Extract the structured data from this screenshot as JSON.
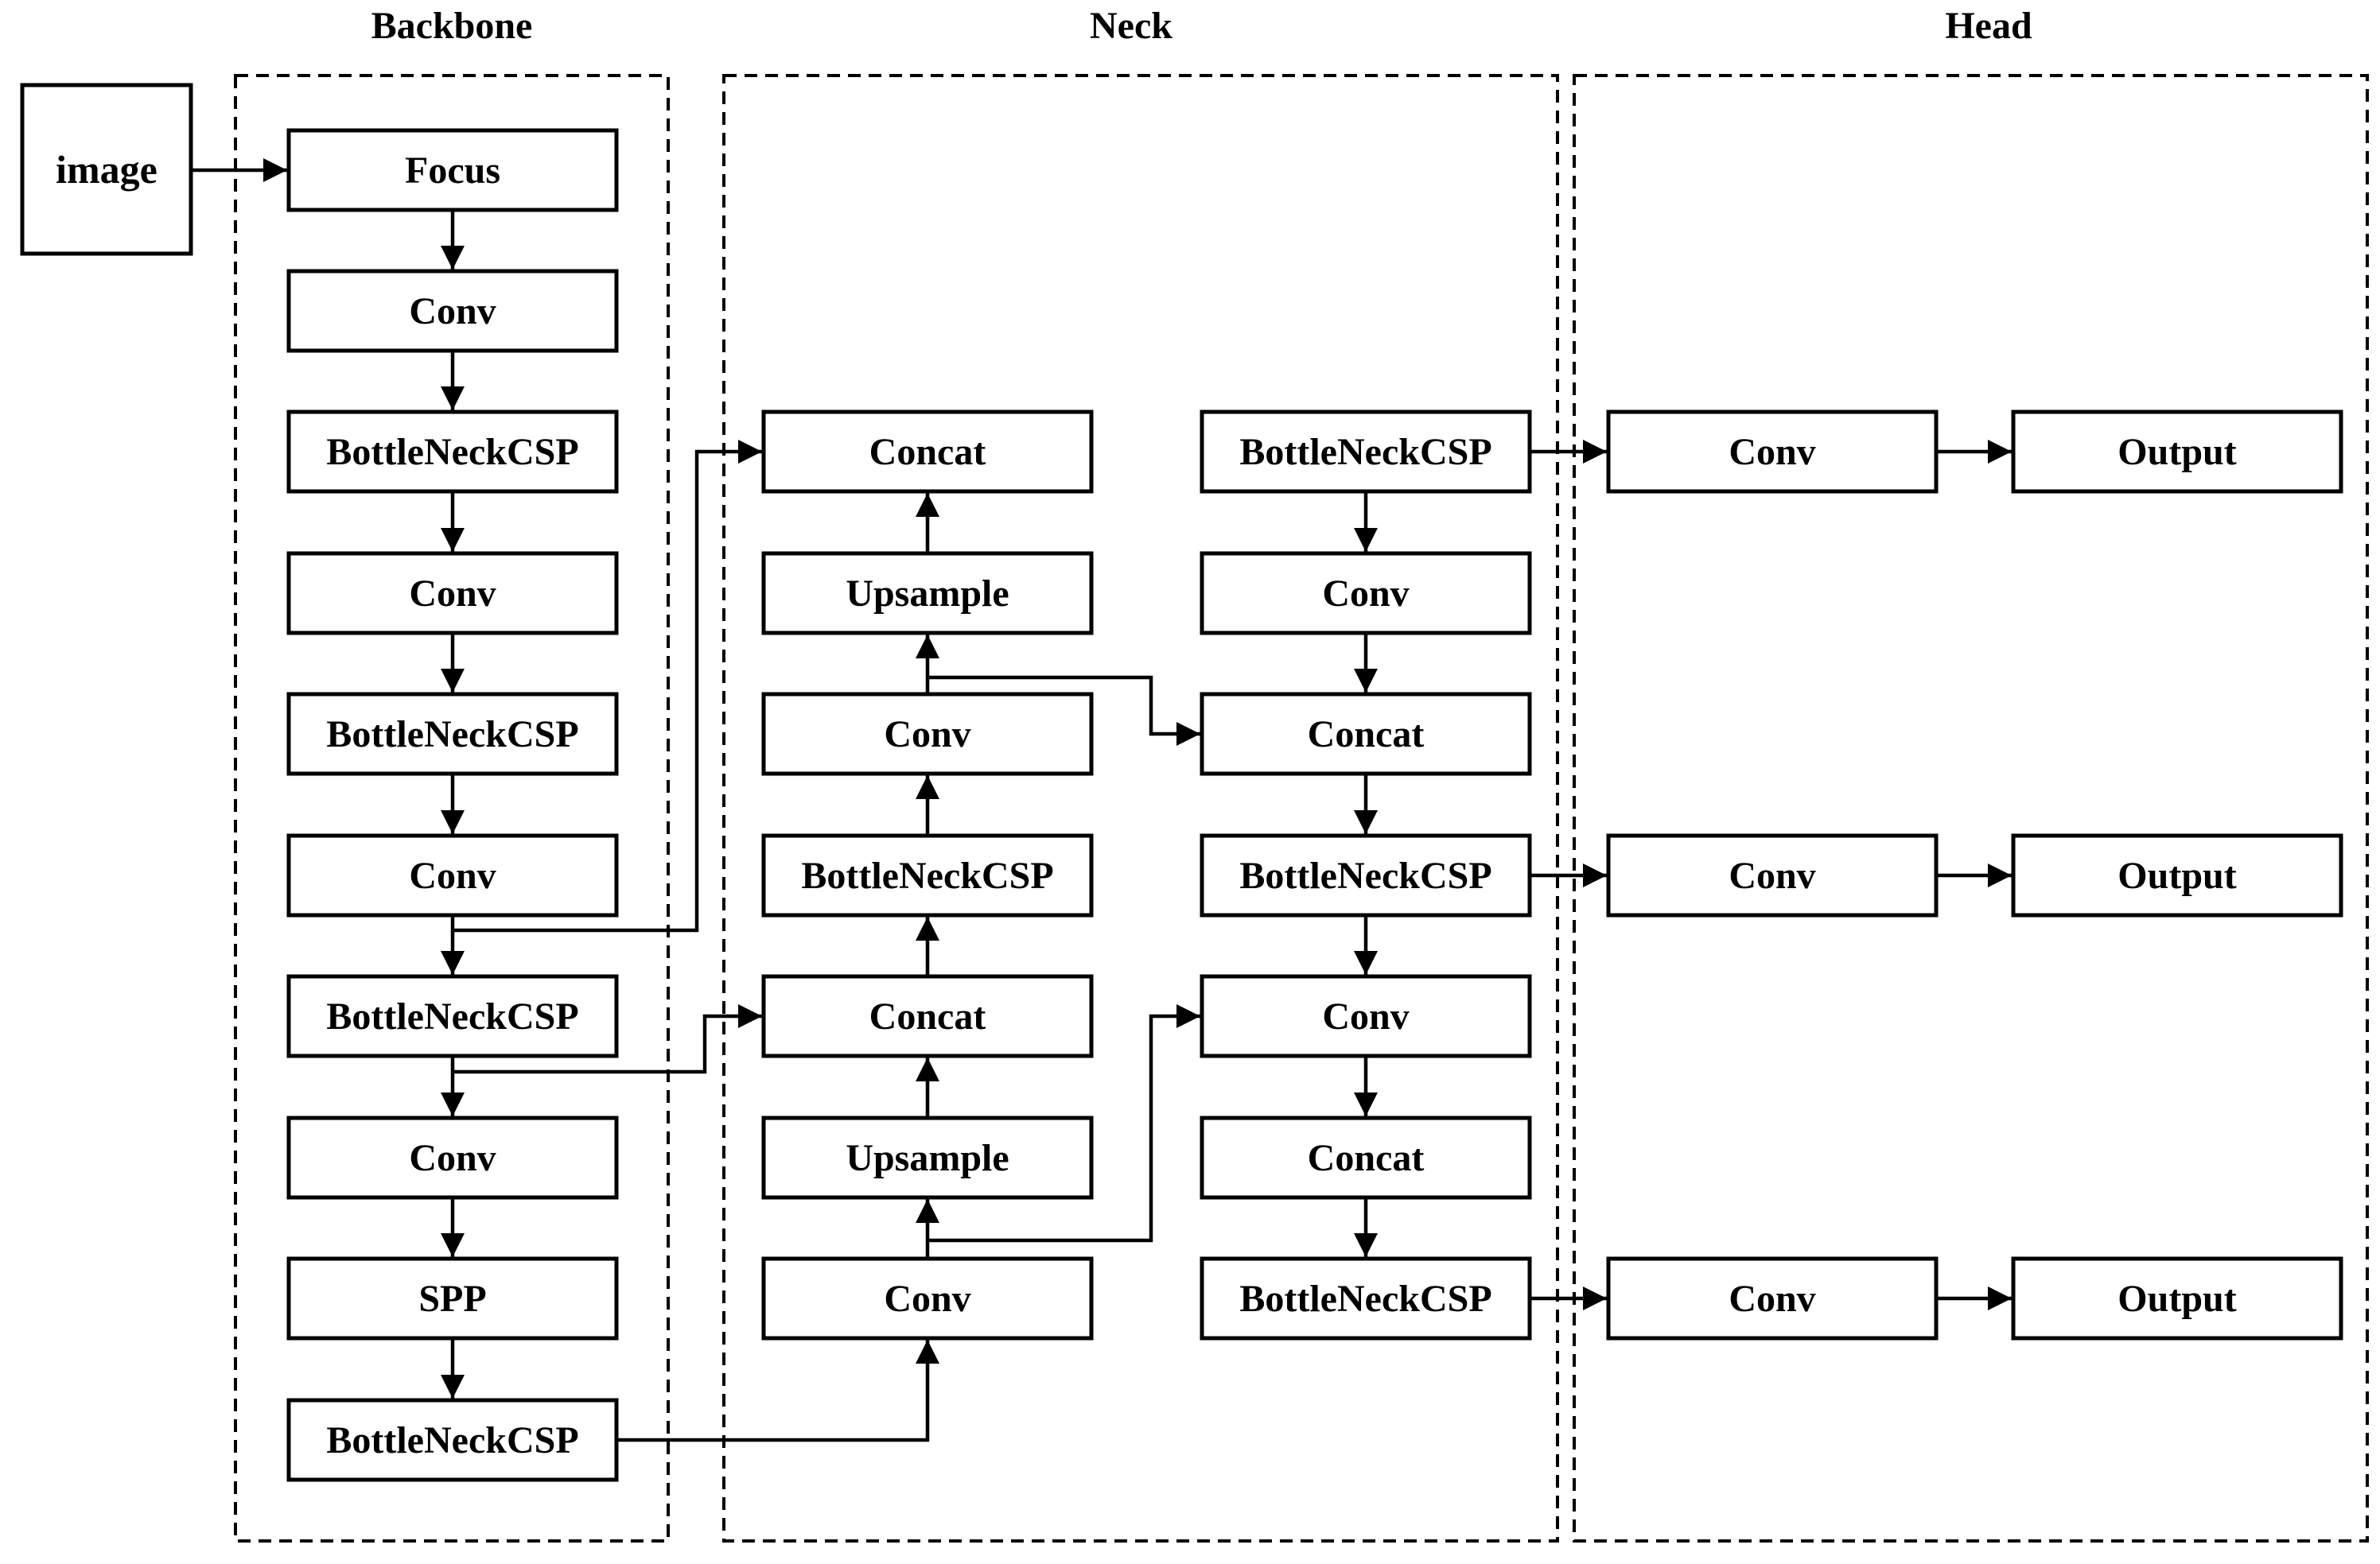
{
  "sections": {
    "backbone": "Backbone",
    "neck": "Neck",
    "head": "Head"
  },
  "input": {
    "label": "image"
  },
  "backbone": [
    {
      "id": "focus",
      "label": "Focus"
    },
    {
      "id": "conv",
      "label": "Conv"
    },
    {
      "id": "bottleneckcsp",
      "label": "BottleNeckCSP"
    },
    {
      "id": "conv",
      "label": "Conv"
    },
    {
      "id": "bottleneckcsp",
      "label": "BottleNeckCSP"
    },
    {
      "id": "conv",
      "label": "Conv"
    },
    {
      "id": "bottleneckcsp",
      "label": "BottleNeckCSP"
    },
    {
      "id": "conv",
      "label": "Conv"
    },
    {
      "id": "spp",
      "label": "SPP"
    },
    {
      "id": "bottleneckcsp",
      "label": "BottleNeckCSP"
    }
  ],
  "neck_up": [
    {
      "id": "concat",
      "label": "Concat"
    },
    {
      "id": "upsample",
      "label": "Upsample"
    },
    {
      "id": "conv",
      "label": "Conv"
    },
    {
      "id": "bottleneckcsp",
      "label": "BottleNeckCSP"
    },
    {
      "id": "concat",
      "label": "Concat"
    },
    {
      "id": "upsample",
      "label": "Upsample"
    },
    {
      "id": "conv",
      "label": "Conv"
    }
  ],
  "neck_down": [
    {
      "id": "bottleneckcsp",
      "label": "BottleNeckCSP"
    },
    {
      "id": "conv",
      "label": "Conv"
    },
    {
      "id": "concat",
      "label": "Concat"
    },
    {
      "id": "bottleneckcsp",
      "label": "BottleNeckCSP"
    },
    {
      "id": "conv",
      "label": "Conv"
    },
    {
      "id": "concat",
      "label": "Concat"
    },
    {
      "id": "bottleneckcsp",
      "label": "BottleNeckCSP"
    }
  ],
  "head": [
    {
      "conv": "Conv",
      "output": "Output"
    },
    {
      "conv": "Conv",
      "output": "Output"
    },
    {
      "conv": "Conv",
      "output": "Output"
    }
  ]
}
